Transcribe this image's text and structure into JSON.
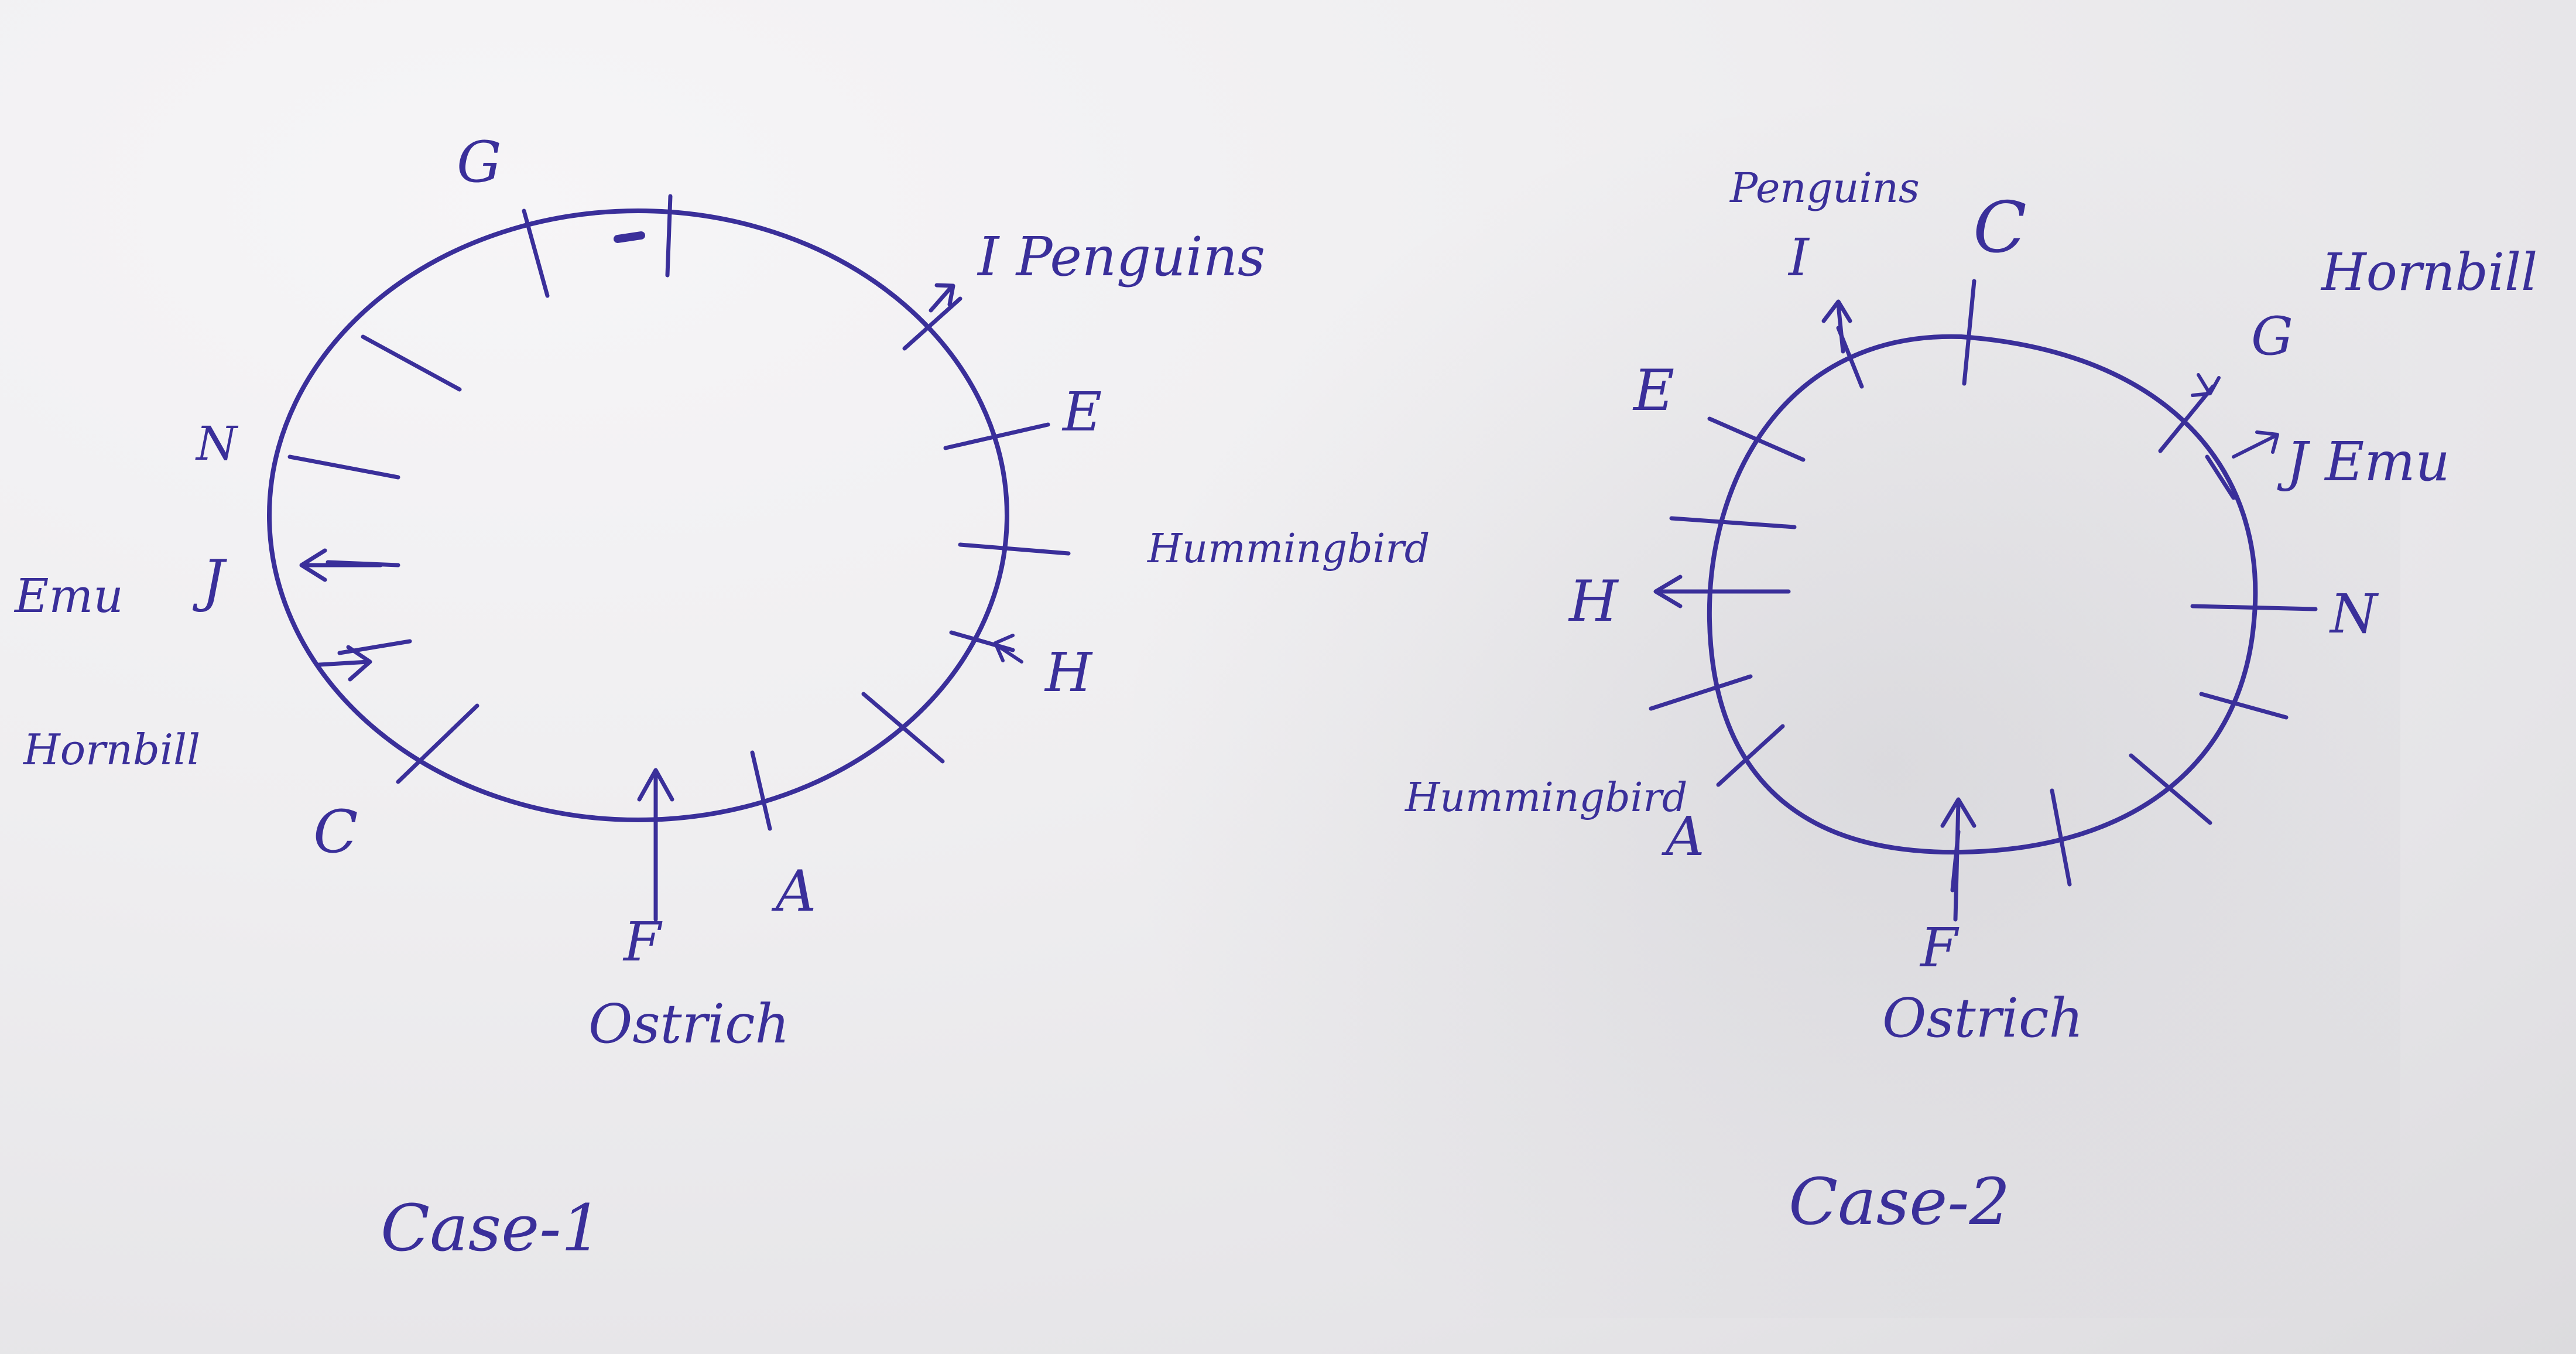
{
  "colors": {
    "ink": "#3a2f9a",
    "paper": "#ecebed"
  },
  "case1": {
    "caption": "Case-1",
    "labels": {
      "g": "G",
      "i_penguins": "I Penguins",
      "e": "E",
      "hummingbird": "Hummingbird",
      "h": "H",
      "a": "A",
      "f": "F",
      "ostrich": "Ostrich",
      "c": "C",
      "hornbill": "Hornbill",
      "emu": "Emu",
      "j": "J",
      "n": "N"
    }
  },
  "case2": {
    "caption": "Case-2",
    "labels": {
      "penguins": "Penguins",
      "i": "I",
      "c": "C",
      "hornbill": "Hornbill",
      "g": "G",
      "j_emu": "J Emu",
      "n": "N",
      "f": "F",
      "ostrich": "Ostrich",
      "a": "A",
      "hummingbird": "Hummingbird",
      "h": "H",
      "e": "E"
    }
  }
}
